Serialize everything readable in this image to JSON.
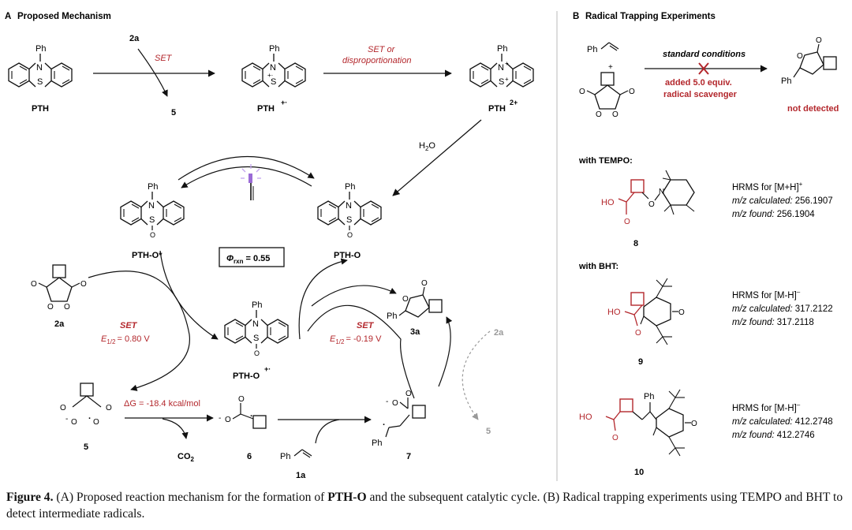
{
  "panelA": {
    "title_letter": "A",
    "title": "Proposed Mechanism",
    "ph": "Ph",
    "n": "N",
    "s": "S",
    "o": "O",
    "pth": "PTH",
    "pth_radical_cation": "PTH",
    "pth_dication": "PTH",
    "sup_dot_plus": "+·",
    "sup_2plus": "2+",
    "reagent_2a": "2a",
    "set": "SET",
    "set_or": "SET or",
    "disproportionation": "disproportionation",
    "product_5": "5",
    "water_h": "H",
    "water_sub": "2",
    "water_o": "O",
    "pth_o_star": "PTH-O*",
    "phi_label": "Φ",
    "phi_sub": "rxn",
    "phi_value": "= 0.55",
    "pth_o": "PTH-O",
    "pth_o_radical": "PTH-O",
    "label_2a": "2a",
    "label_3a": "3a",
    "set_left_label": "SET",
    "e_half_left": "E",
    "e_half_sub": "1/2",
    "e_left_value": "= 0.80 V",
    "set_right_label": "SET",
    "e_right_value": "= -0.19 V",
    "delta_g": "ΔG = -18.4 kcal/mol",
    "co2": "CO",
    "co2_sub": "2",
    "label_5b": "5",
    "label_6": "6",
    "label_7": "7",
    "label_1a": "1a",
    "label_2a_gray": "2a",
    "label_5_gray": "5",
    "minus": "-",
    "plus": "+",
    "dot": "·"
  },
  "panelB": {
    "title_letter": "B",
    "title": "Radical Trapping Experiments",
    "ph": "Ph",
    "plus": "+",
    "standard_conditions": "standard conditions",
    "added": "added 5.0 equiv.",
    "scavenger": "radical scavenger",
    "not_detected": "not detected",
    "with_tempo": "with TEMPO:",
    "with_bht": "with BHT:",
    "ho": "HO",
    "o": "O",
    "n": "N",
    "hrms1_title": "HRMS for [M+H]",
    "hrms1_sup": "+",
    "hrms1_calc_label": "m/z calculated:",
    "hrms1_calc": "256.1907",
    "hrms1_found_label": "m/z found:",
    "hrms1_found": "256.1904",
    "label_8": "8",
    "hrms2_title": "HRMS for [M-H]",
    "hrms2_sup": "–",
    "hrms2_calc_label": "m/z calculated:",
    "hrms2_calc": "317.2122",
    "hrms2_found_label": "m/z found:",
    "hrms2_found": "317.2118",
    "label_9": "9",
    "hrms3_title": "HRMS for [M-H]",
    "hrms3_sup": "–",
    "hrms3_calc_label": "m/z calculated:",
    "hrms3_calc": "412.2748",
    "hrms3_found_label": "m/z found:",
    "hrms3_found": "412.2746",
    "label_10": "10"
  },
  "caption": {
    "fig_label": "Figure 4.",
    "text1": " (A) Proposed reaction mechanism for the formation of ",
    "bold1": "PTH-O",
    "text2": " and the subsequent catalytic cycle. (B) Radical trapping experiments using TEMPO and BHT to detect intermediate radicals."
  },
  "colors": {
    "red": "#b3272c",
    "gray": "#999999",
    "black": "#111111"
  }
}
